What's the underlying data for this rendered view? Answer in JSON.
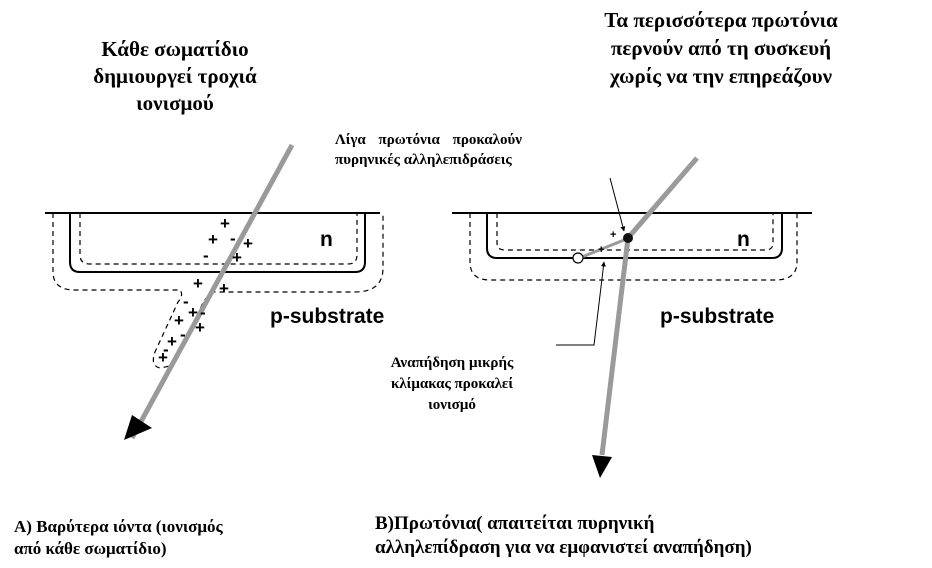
{
  "left_panel": {
    "title_lines": [
      "Κάθε σωματίδιο",
      "δημιουργεί τροχιά",
      "ιονισμού"
    ],
    "region_label": "n",
    "substrate_label": "p-substrate",
    "caption_lines": [
      "A) Βαρύτερα ιόντα (ιονισμός",
      "από κάθε σωματίδιο)"
    ]
  },
  "right_panel": {
    "title_lines": [
      "Τα περισσότερα πρωτόνια",
      "περνούν από τη συσκευή",
      "χωρίς να την επηρεάζουν"
    ],
    "nuclear_note_lines": [
      "Λίγα πρωτόνια προκαλούν",
      "πυρηνικές αλληλεπιδράσεις"
    ],
    "region_label": "n",
    "substrate_label": "p-substrate",
    "recoil_note_lines": [
      "Αναπήδηση μικρής",
      "κλίμακας προκαλεί",
      "ιονισμό"
    ],
    "caption_lines": [
      "B)Πρωτόνια( απαιτείται πυρηνική",
      "αλληλεπίδραση για να εμφανιστεί αναπήδηση)"
    ]
  },
  "charge_symbols": {
    "plus": "+",
    "minus": "-"
  }
}
